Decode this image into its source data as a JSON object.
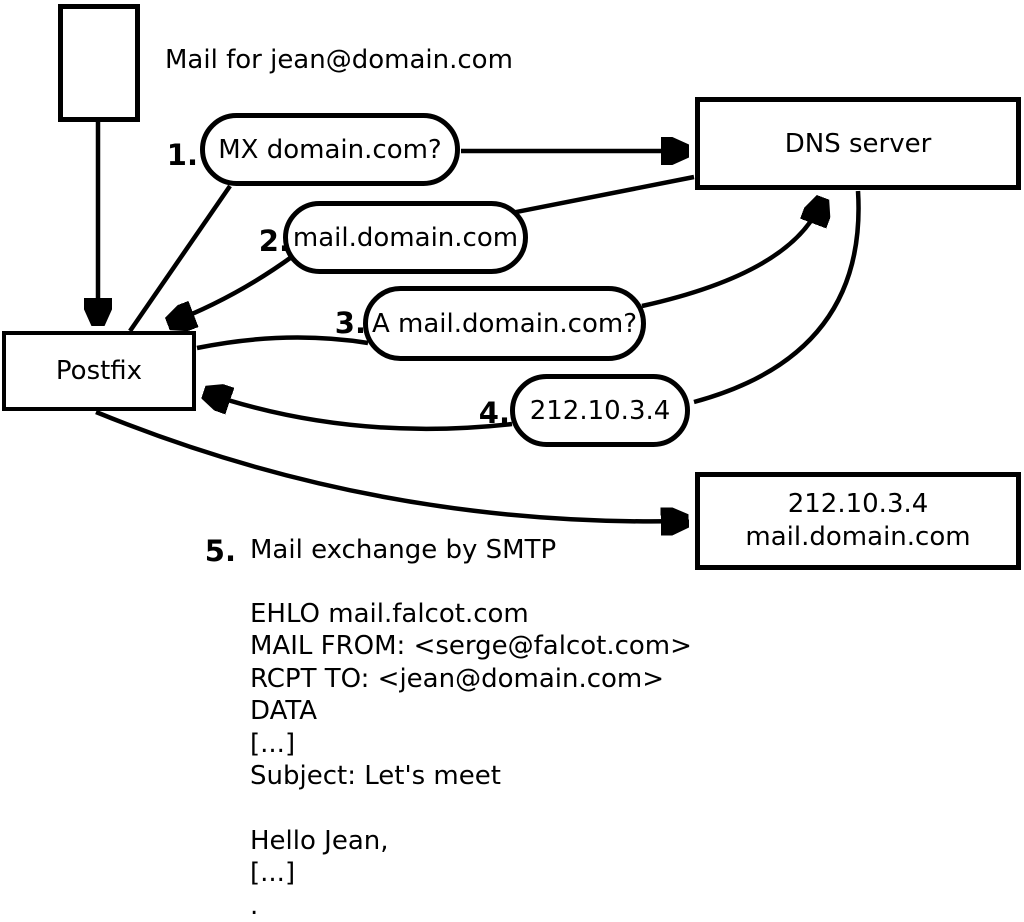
{
  "diagram": {
    "mail_label": "Mail for jean@domain.com",
    "nodes": {
      "postfix": "Postfix",
      "dns_server": "DNS server",
      "mail_server_line1": "212.10.3.4",
      "mail_server_line2": "mail.domain.com"
    },
    "steps": [
      {
        "num": "1.",
        "label": "MX domain.com?"
      },
      {
        "num": "2.",
        "label": "mail.domain.com"
      },
      {
        "num": "3.",
        "label": "A mail.domain.com?"
      },
      {
        "num": "4.",
        "label": "212.10.3.4"
      },
      {
        "num": "5.",
        "label": "Mail exchange by SMTP"
      }
    ],
    "smtp_session": [
      "EHLO mail.falcot.com",
      "MAIL FROM: <serge@falcot.com>",
      "RCPT TO: <jean@domain.com>",
      "DATA",
      "[...]",
      "Subject: Let's meet",
      "",
      "Hello Jean,",
      "[...]",
      "."
    ]
  }
}
